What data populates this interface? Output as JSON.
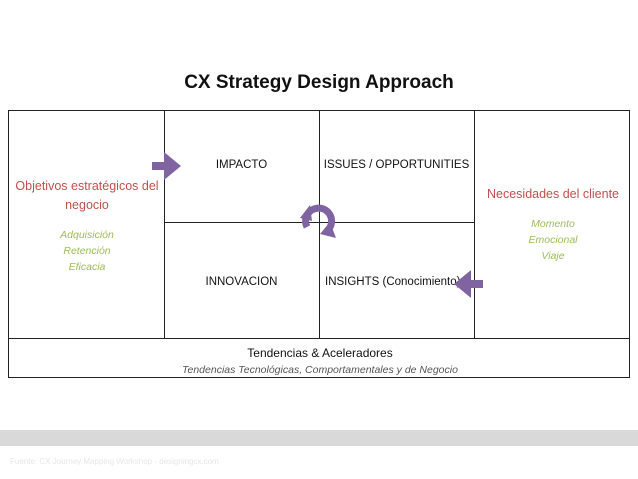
{
  "title": "CX Strategy Design Approach",
  "left": {
    "title": "Objetivos estratégicos del negocio",
    "items": [
      "Adquisición",
      "Retención",
      "Eficacia"
    ]
  },
  "quadrants": {
    "top_left": "IMPACTO",
    "top_right": "ISSUES / OPPORTUNITIES",
    "bottom_left": "INNOVACION",
    "bottom_right": "INSIGHTS (Conocimiento)"
  },
  "right": {
    "title": "Necesidades del cliente",
    "items": [
      "Momento",
      "Emocional",
      "Viaje"
    ]
  },
  "bottom": {
    "title": "Tendencias & Aceleradores",
    "subtitle": "Tendencias Tecnológicas, Comportamentales y de Negocio"
  },
  "footer": "Fuente: CX Journey Mapping Workshop - designingcx.com",
  "colors": {
    "accent_red": "#c0504d",
    "accent_green": "#9bbb59",
    "arrow_purple": "#8064a2"
  },
  "icons": [
    "arrow-right-icon",
    "arrow-left-icon",
    "cycle-icon"
  ]
}
